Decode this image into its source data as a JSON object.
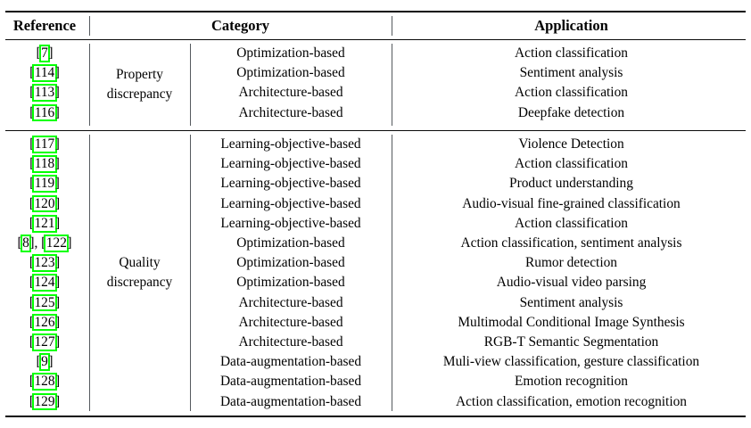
{
  "table": {
    "headers": {
      "reference": "Reference",
      "category": "Category",
      "application": "Application"
    },
    "highlight_color": "#00ff00",
    "rule_color": "#0a0a0a",
    "divider_color": "#555a5e",
    "sections": [
      {
        "category": "Property discrepancy",
        "category_line1": "Property",
        "category_line2": "discrepancy",
        "rows": [
          {
            "ref_prefix": "[",
            "ref_num": "7",
            "ref_suffix": "]",
            "ref_full": "[7]",
            "type": "Optimization-based",
            "application": "Action classification"
          },
          {
            "ref_prefix": "[",
            "ref_num": "114",
            "ref_suffix": "]",
            "ref_full": "[114]",
            "type": "Optimization-based",
            "application": "Sentiment analysis"
          },
          {
            "ref_prefix": "[",
            "ref_num": "113",
            "ref_suffix": "]",
            "ref_full": "[113]",
            "type": "Architecture-based",
            "application": "Action classification"
          },
          {
            "ref_prefix": "[",
            "ref_num": "116",
            "ref_suffix": "]",
            "ref_full": "[116]",
            "type": "Architecture-based",
            "application": "Deepfake detection"
          }
        ]
      },
      {
        "category": "Quality discrepancy",
        "category_line1": "Quality",
        "category_line2": "discrepancy",
        "rows": [
          {
            "ref_prefix": "[",
            "ref_num": "117",
            "ref_suffix": "]",
            "ref_full": "[117]",
            "type": "Learning-objective-based",
            "application": "Violence Detection"
          },
          {
            "ref_prefix": "[",
            "ref_num": "118",
            "ref_suffix": "]",
            "ref_full": "[118]",
            "type": "Learning-objective-based",
            "application": "Action classification"
          },
          {
            "ref_prefix": "[",
            "ref_num": "119",
            "ref_suffix": "]",
            "ref_full": "[119]",
            "type": "Learning-objective-based",
            "application": "Product understanding"
          },
          {
            "ref_prefix": "[",
            "ref_num": "120",
            "ref_suffix": "]",
            "ref_full": "[120]",
            "type": "Learning-objective-based",
            "application": "Audio-visual fine-grained classification"
          },
          {
            "ref_prefix": "[",
            "ref_num": "121",
            "ref_suffix": "]",
            "ref_full": "[121]",
            "type": "Learning-objective-based",
            "application": "Action classification"
          },
          {
            "ref_full": "[8], [122]",
            "ref_dual": true,
            "ref_num_a": "8",
            "ref_num_b": "122",
            "type": "Optimization-based",
            "application": "Action classification, sentiment analysis"
          },
          {
            "ref_prefix": "[",
            "ref_num": "123",
            "ref_suffix": "]",
            "ref_full": "[123]",
            "type": "Optimization-based",
            "application": "Rumor detection"
          },
          {
            "ref_prefix": "[",
            "ref_num": "124",
            "ref_suffix": "]",
            "ref_full": "[124]",
            "type": "Optimization-based",
            "application": "Audio-visual video parsing"
          },
          {
            "ref_prefix": "[",
            "ref_num": "125",
            "ref_suffix": "]",
            "ref_full": "[125]",
            "type": "Architecture-based",
            "application": "Sentiment analysis"
          },
          {
            "ref_prefix": "[",
            "ref_num": "126",
            "ref_suffix": "]",
            "ref_full": "[126]",
            "type": "Architecture-based",
            "application": "Multimodal Conditional Image Synthesis"
          },
          {
            "ref_prefix": "[",
            "ref_num": "127",
            "ref_suffix": "]",
            "ref_full": "[127]",
            "type": "Architecture-based",
            "application": "RGB-T Semantic Segmentation"
          },
          {
            "ref_prefix": "[",
            "ref_num": "9",
            "ref_suffix": "]",
            "ref_full": "[9]",
            "type": "Data-augmentation-based",
            "application": "Muli-view classification, gesture classification"
          },
          {
            "ref_prefix": "[",
            "ref_num": "128",
            "ref_suffix": "]",
            "ref_full": "[128]",
            "type": "Data-augmentation-based",
            "application": "Emotion recognition"
          },
          {
            "ref_prefix": "[",
            "ref_num": "129",
            "ref_suffix": "]",
            "ref_full": "[129]",
            "type": "Data-augmentation-based",
            "application": "Action classification, emotion recognition"
          }
        ]
      }
    ]
  }
}
